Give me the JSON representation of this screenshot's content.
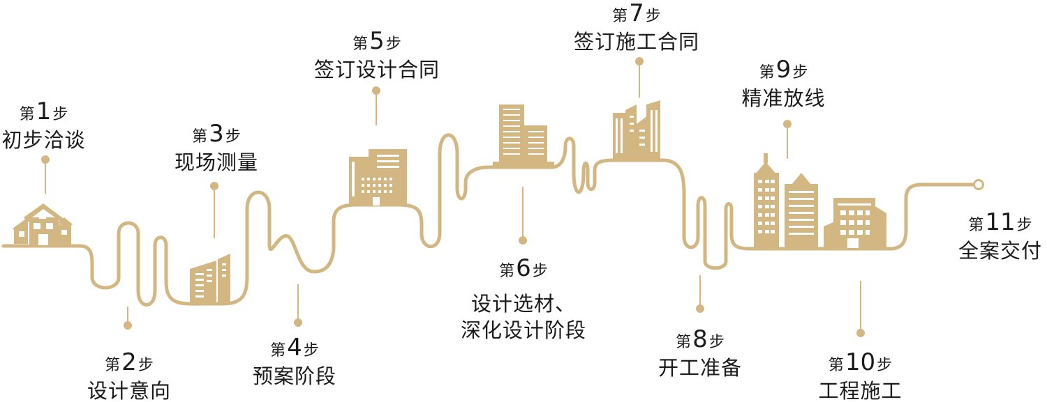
{
  "colors": {
    "gold": "#D3B782",
    "text": "#1a1a1a"
  },
  "step_word": {
    "prefix": "第",
    "suffix": "步"
  },
  "steps": [
    {
      "num": "1",
      "title": "初步洽谈"
    },
    {
      "num": "2",
      "title": "设计意向"
    },
    {
      "num": "3",
      "title": "现场测量"
    },
    {
      "num": "4",
      "title": "预案阶段"
    },
    {
      "num": "5",
      "title": "签订设计合同"
    },
    {
      "num": "6",
      "title_line1": "设计选材、",
      "title_line2": "深化设计阶段"
    },
    {
      "num": "7",
      "title": "签订施工合同"
    },
    {
      "num": "8",
      "title": "开工准备"
    },
    {
      "num": "9",
      "title": "精准放线"
    },
    {
      "num": "10",
      "title": "工程施工"
    },
    {
      "num": "11",
      "title": "全案交付"
    }
  ]
}
